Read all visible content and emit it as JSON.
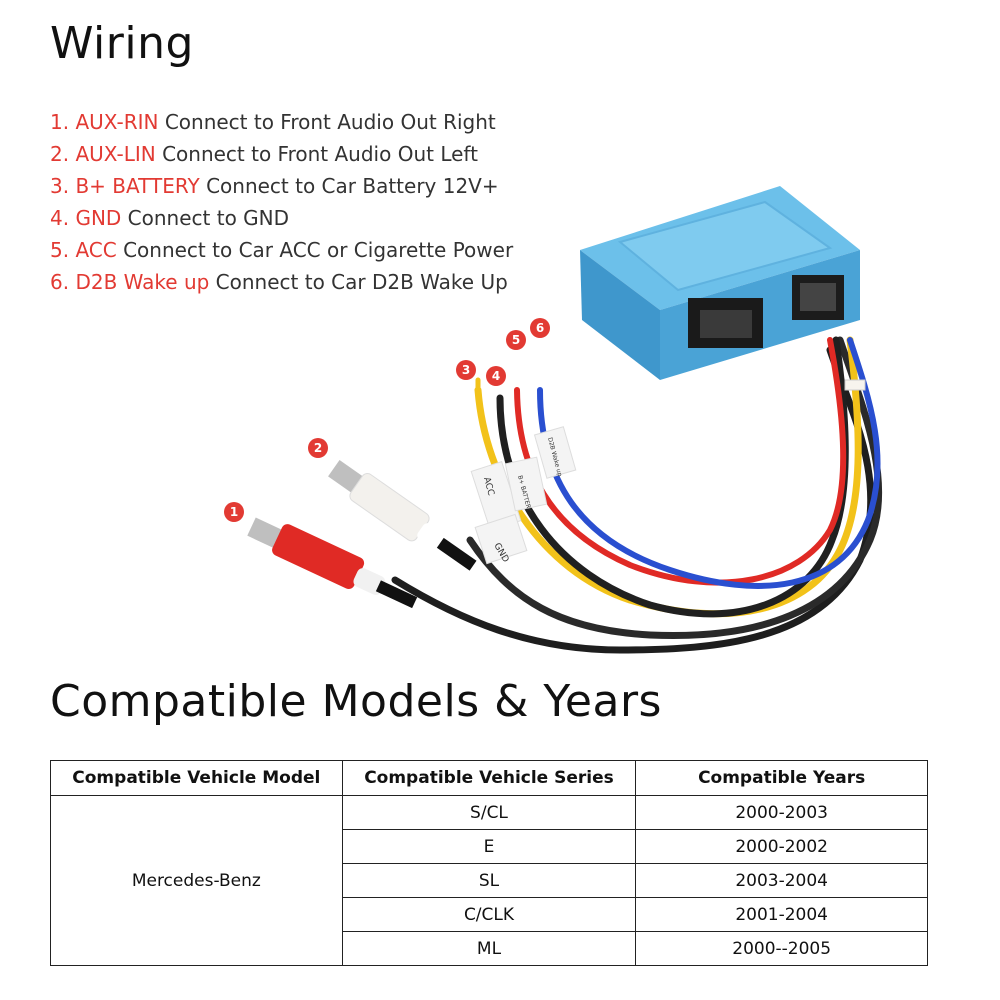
{
  "wiring": {
    "title": "Wiring",
    "items": [
      {
        "num": "1.",
        "label": "AUX-RIN",
        "desc": "Connect to Front Audio Out Right"
      },
      {
        "num": "2.",
        "label": "AUX-LIN",
        "desc": "Connect to Front Audio Out Left"
      },
      {
        "num": "3.",
        "label": "B+ BATTERY",
        "desc": "Connect to Car Battery 12V+"
      },
      {
        "num": "4.",
        "label": "GND",
        "desc": "Connect to GND"
      },
      {
        "num": "5.",
        "label": "ACC",
        "desc": "Connect to Car ACC or Cigarette Power"
      },
      {
        "num": "6.",
        "label": "D2B Wake up",
        "desc": "Connect to Car D2B Wake Up"
      }
    ],
    "markers": [
      "1",
      "2",
      "3",
      "4",
      "5",
      "6"
    ],
    "tags": [
      "GND",
      "B+ BATTERY",
      "ACC",
      "D2B Wake up"
    ]
  },
  "colors": {
    "accent_red": "#e23a33",
    "box_blue": "#4aa3d6",
    "wire_yellow": "#f2c21a",
    "wire_blue": "#2a4fd0",
    "wire_red": "#e02a25",
    "wire_black": "#222222"
  },
  "compat": {
    "title": "Compatible Models & Years",
    "headers": [
      "Compatible Vehicle Model",
      "Compatible Vehicle Series",
      "Compatible Years"
    ],
    "model": "Mercedes-Benz",
    "rows": [
      {
        "series": "S/CL",
        "years": "2000-2003"
      },
      {
        "series": "E",
        "years": "2000-2002"
      },
      {
        "series": "SL",
        "years": "2003-2004"
      },
      {
        "series": "C/CLK",
        "years": "2001-2004"
      },
      {
        "series": "ML",
        "years": "2000--2005"
      }
    ]
  }
}
